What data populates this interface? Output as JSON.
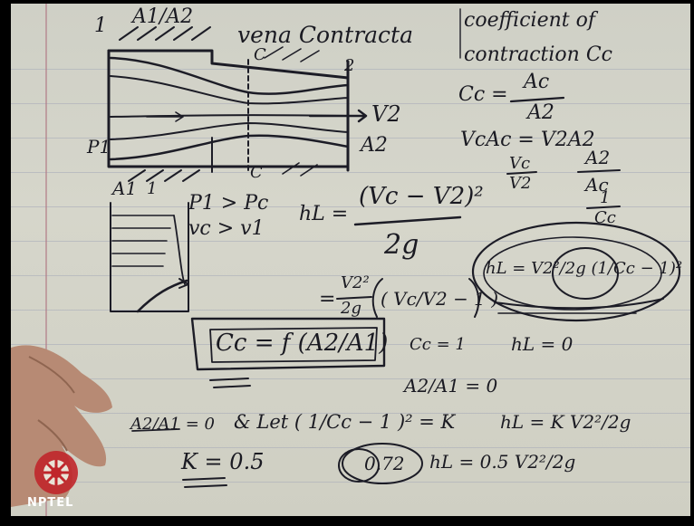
{
  "notes": {
    "item_no": "1",
    "a1_a2": "A1/A2",
    "vena_title": "vena Contracta",
    "coef_line1": "coefficient of",
    "coef_line2": "contraction Cc",
    "label_c_top": "C",
    "label_c_bottom": "C",
    "label_2": "2",
    "label_1": "1",
    "label_v2": "V2",
    "label_a2": "A2",
    "label_p1": "P1",
    "label_a1": "A1",
    "eq_cc_lhs": "Cc =",
    "eq_cc_num": "Ac",
    "eq_cc_den": "A2",
    "eq_continuity": "VcAc = V2A2",
    "eq_vratio_num": "Vc",
    "eq_vratio_den": "V2",
    "eq_aratio_num": "A2",
    "eq_aratio_den": "Ac",
    "eq_inv_num": "1",
    "eq_inv_den": "Cc",
    "cond_pressure": "P1 > Pc",
    "cond_velocity": "vc > v1",
    "eq_hl_lhs": "hL =",
    "eq_hl_num": "(Vc − V2)²",
    "eq_hl_den": "2g",
    "eq_second_num": "V2²",
    "eq_second_den": "2g",
    "eq_second_paren": "( Vc/V2 − 1 )",
    "eq_circled": "hL = V2²/2g (1/Cc − 1)²",
    "eq_cc_func": "Cc = f (A2/A1)",
    "cc_equals_1": "Cc = 1",
    "hl_equals_0": "hL = 0",
    "ratio_zero": "A2/A1 = 0",
    "ratio_zero_2": "A2/A1 = 0",
    "let_k": "& Let ( 1/Cc − 1 )² = K",
    "hl_k": "hL = K V2²/2g",
    "k_value": "K = 0.5",
    "cc_value": "0.72",
    "hl_half": "hL = 0.5 V2²/2g"
  },
  "logo": {
    "text": "NPTEL",
    "color": "#c0262b"
  },
  "colors": {
    "paper": "#d3d3c8",
    "ink": "#1a1a22",
    "rule": "#a6aab8"
  }
}
